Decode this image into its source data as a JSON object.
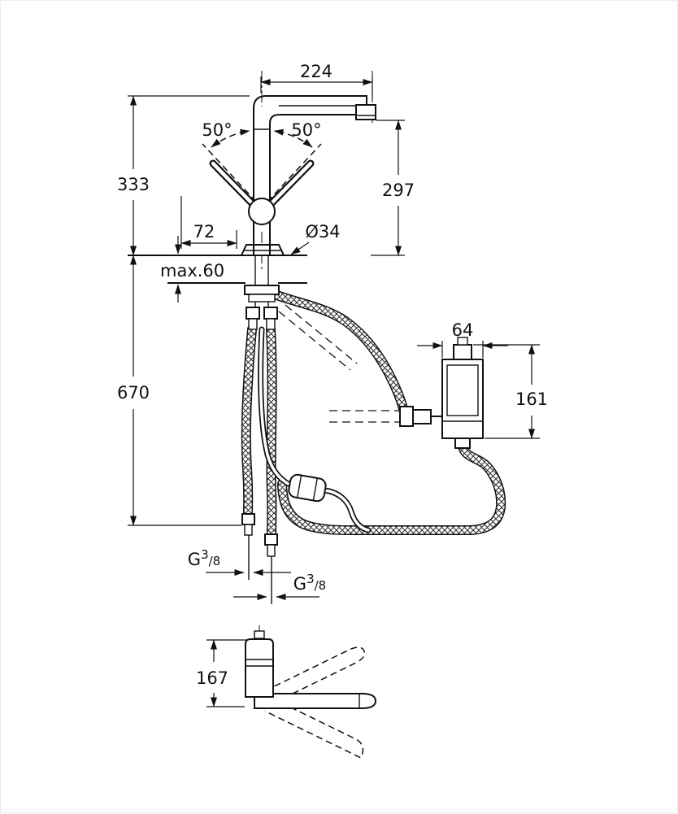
{
  "drawing": {
    "dimensions": {
      "spout_reach": "224",
      "swivel_left": "50°",
      "swivel_right": "50°",
      "height_above_deck": "333",
      "spout_outlet_height": "297",
      "handle_projection": "72",
      "hole_diameter": "Ø34",
      "max_deck_thickness": "max.60",
      "length_below_deck": "670",
      "control_box_width": "64",
      "control_box_height": "161",
      "supply_thread_left": {
        "prefix": "G",
        "sup": "3",
        "rest": "/8"
      },
      "supply_thread_right": {
        "prefix": "G",
        "sup": "3",
        "rest": "/8"
      },
      "side_view_height": "167"
    },
    "colors": {
      "line": "#111111",
      "background": "#ffffff"
    }
  }
}
